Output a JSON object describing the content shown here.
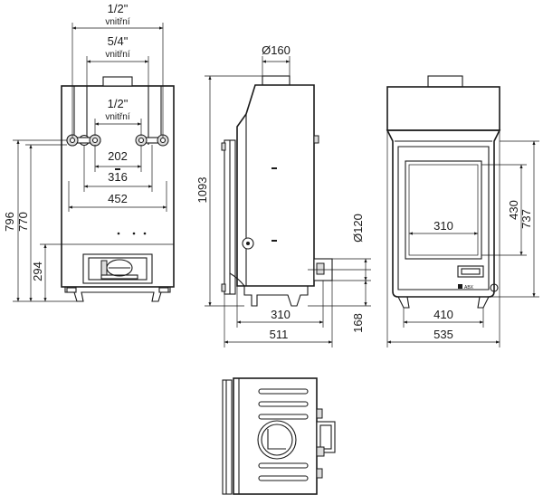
{
  "front_view": {
    "dims": {
      "top_connection_size": "1/2\"",
      "top_connection_note": "vnitřní",
      "mid_connection_size": "5/4\"",
      "mid_connection_note": "vnitřní",
      "inner_connection_size": "1/2\"",
      "inner_connection_note": "vnitřní",
      "spacing_202": "202",
      "spacing_316": "316",
      "width_452": "452",
      "height_796": "796",
      "height_770": "770",
      "height_294": "294"
    }
  },
  "side_view": {
    "dims": {
      "flue_diameter": "Ø160",
      "height_1093": "1093",
      "air_inlet_diameter": "Ø120",
      "depth_310": "310",
      "depth_511": "511",
      "height_168": "168"
    }
  },
  "door_view": {
    "dims": {
      "glass_width": "310",
      "glass_height": "430",
      "door_height": "737",
      "width_410": "410",
      "width_535": "535"
    },
    "brand_label": "ABX"
  }
}
